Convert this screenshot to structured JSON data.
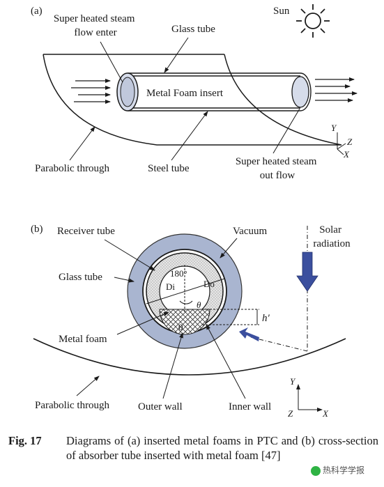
{
  "panel_a": {
    "tag": "(a)",
    "label_steam_in": [
      "Super heated steam",
      "flow enter"
    ],
    "label_glass_tube": "Glass tube",
    "label_sun": "Sun",
    "label_insert": "Metal Foam insert",
    "label_parabolic": "Parabolic through",
    "label_steel_tube": "Steel tube",
    "label_steam_out": [
      "Super heated steam",
      "out flow"
    ],
    "axis_y": "Y",
    "axis_z": "Z",
    "axis_x": "X"
  },
  "panel_b": {
    "tag": "(b)",
    "label_receiver": "Receiver tube",
    "label_vacuum": "Vacuum",
    "label_solar": [
      "Solar",
      "radiation"
    ],
    "label_glass_tube": "Glass tube",
    "label_180": "180°",
    "label_di": "Di",
    "label_do": "Do",
    "label_theta": "θ",
    "label_h": "h′",
    "label_zero": "0",
    "label_metal_foam": "Metal foam",
    "label_parabolic": "Parabolic through",
    "label_outer_wall": "Outer wall",
    "label_inner_wall": "Inner wall",
    "axis_y": "Y",
    "axis_z": "Z",
    "axis_x": "X"
  },
  "caption": {
    "figure_number": "Fig. 17",
    "text": "Diagrams of (a) inserted metal foams in PTC and (b) cross-section of absorber tube inserted with metal foam [47]"
  },
  "watermark": "热科学学报",
  "colors": {
    "glass": "#a9b5d0",
    "glass_stroke": "#333333",
    "steel_ring": "#ffffff",
    "solar_arrow": "#3b4f9e",
    "line": "#1a1a1a"
  }
}
